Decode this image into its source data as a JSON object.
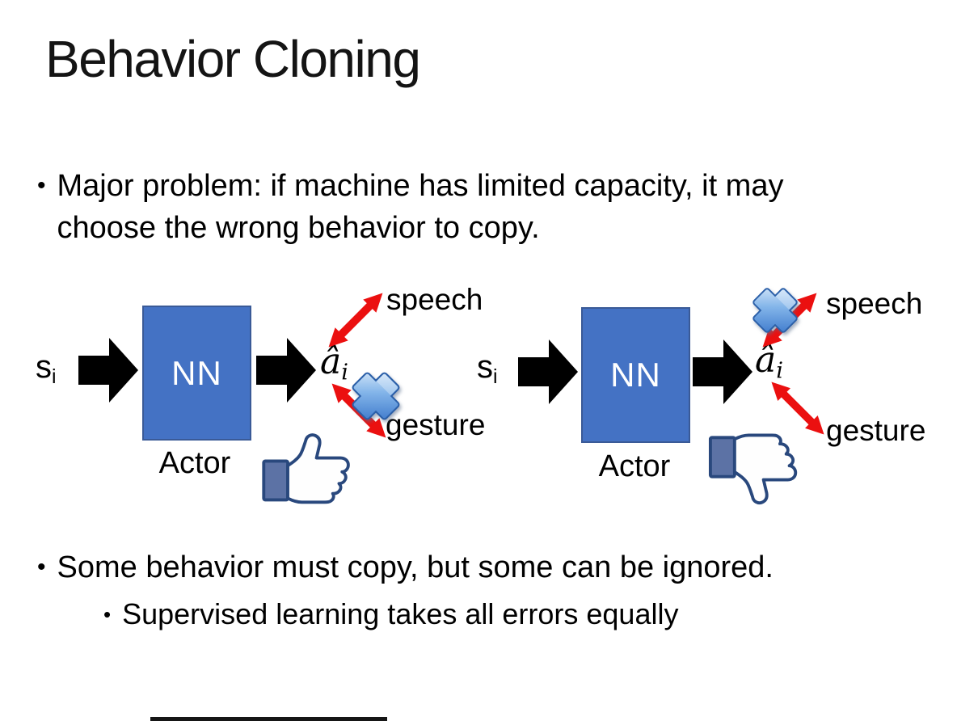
{
  "slide": {
    "title": "Behavior Cloning",
    "bullet_char": "•",
    "bullet_major": "Major problem: if machine has limited capacity, it may choose the wrong behavior to copy.",
    "bullet_some": "Some behavior must copy, but some can be ignored.",
    "bullet_supervised": "Supervised learning takes all errors equally"
  },
  "diagram": {
    "left": {
      "input_base": "s",
      "input_sub": "i",
      "nn_label": "NN",
      "actor_label": "Actor",
      "output_base": "â",
      "output_sub": "i",
      "speech_label": "speech",
      "gesture_label": "gesture",
      "crossed_out_action": "gesture",
      "feedback_icon": "thumbs-up"
    },
    "right": {
      "input_base": "s",
      "input_sub": "i",
      "nn_label": "NN",
      "actor_label": "Actor",
      "output_base": "â",
      "output_sub": "i",
      "speech_label": "speech",
      "gesture_label": "gesture",
      "crossed_out_action": "speech",
      "feedback_icon": "thumbs-down"
    }
  },
  "icons": {
    "block_arrow": "right-block-arrow",
    "double_arrow": "red-double-arrow",
    "cross": "blue-cross-x",
    "thumbs_up": "facebook-like-thumb",
    "thumbs_down": "facebook-dislike-thumb"
  },
  "colors": {
    "background": "#FFFFFF",
    "text": "#000000",
    "nn_box_fill": "#4472C4",
    "nn_box_border": "#3A5A97",
    "nn_text": "#FFFFFF",
    "block_arrow": "#000000",
    "double_arrow_red": "#EB1010",
    "cross_blue": "#4E8FD9",
    "thumb_outline": "#29487D",
    "thumb_cuff_fill": "#5C72A5"
  }
}
